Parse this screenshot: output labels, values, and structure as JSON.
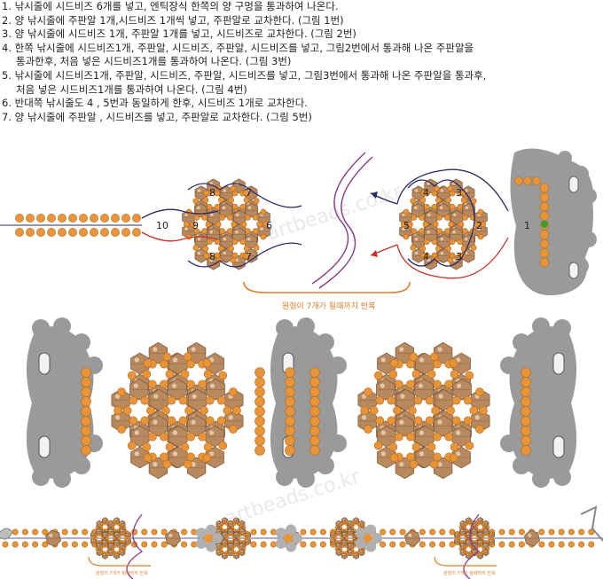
{
  "steps": [
    "1. 낚시줄에 시드비즈 6개를 넣고, 엔틱장식 한쪽의 양 구멍을 통과하여 나온다.",
    "2. 양 낚시줄에 주판알 1개,시드비즈 1개씩 넣고, 주판알로 교차한다. (그림 1번)",
    "3. 양 낚시줄에 시드비즈 1개, 주판알 1개를 넣고, 시드비즈로 교차한다. (그림 2번)",
    "4. 한쪽 낚시줄에 시드비즈1개, 주판알, 시드비즈, 주판알, 시드비즈를 넣고, 그림2번에서 통과해 나온 주판알을",
    "통과한후, 처음 넣은 시드비즈1개를 통과하여 나온다. (그림 3번)",
    "5. 낚시줄에 시드비즈1개, 주판알, 시드비즈, 주판알, 시드비즈를 넣고, 그림3번에서 통과해 나온 주판알을 통과후,",
    "처음 넣은 시드비즈1개를 통과하여 나온다. (그림 4번)",
    "6. 반대쪽 낚시줄도 4 , 5번과 동일하게 한후, 시드비즈 1개로 교차한다.",
    "7. 양 낚시줄에 주판알 , 시드비즈를 넣고, 주판알로 교차한다. (그림 5번)"
  ],
  "diagram": {
    "right_labels": [
      "1",
      "2",
      "3",
      "4",
      "5",
      "3",
      "4"
    ],
    "left_labels": [
      "8",
      "7",
      "6",
      "9",
      "10",
      "8",
      "7"
    ],
    "banner": "원형이 7개가 될때까지 반복",
    "bottom_banner_left": "원형이 7개가 될때까지 반복",
    "bottom_banner_right": "원형이 7개가 될때까지 반복",
    "watermark": "artbeads.co.kr"
  },
  "colors": {
    "seed_bead": "#e8953a",
    "bicone": "#b8895e",
    "antique_piece": "#9a9a9a",
    "thread_red": "#c8302a",
    "thread_navy": "#2a2a6a",
    "banner_orange": "#d9822b",
    "swirl_purple": "#8a3a8a",
    "clasp_green": "#3a9a3a"
  }
}
